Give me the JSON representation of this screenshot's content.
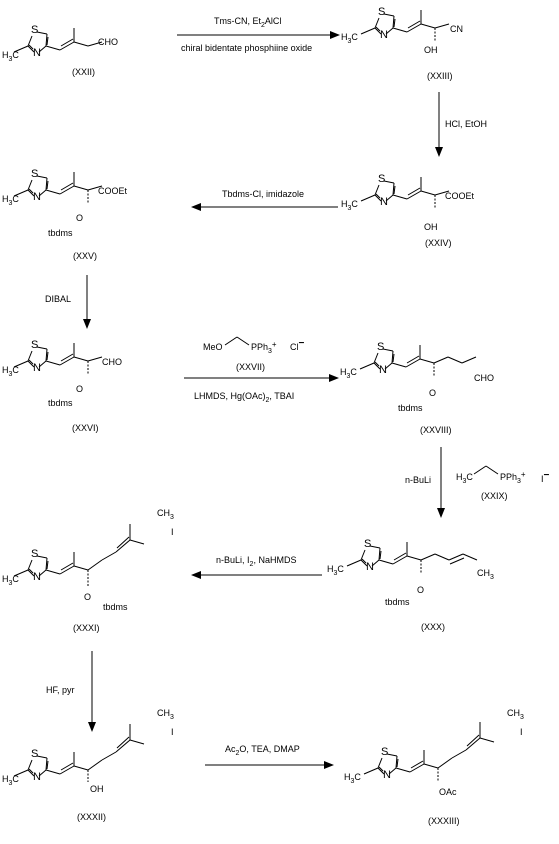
{
  "compounds": {
    "XXII": {
      "label": "(XXII)",
      "aldehyde": "CHO"
    },
    "XXIII": {
      "label": "(XXIII)",
      "nitrile": "CN",
      "hydroxyl": "OH"
    },
    "XXIV": {
      "label": "(XXIV)",
      "ester": "COOEt",
      "hydroxyl": "OH"
    },
    "XXV": {
      "label": "(XXV)",
      "ester": "COOEt",
      "silyl": "tbdms",
      "oxygen": "O"
    },
    "XXVI": {
      "label": "(XXVI)",
      "aldehyde": "CHO",
      "silyl": "tbdms",
      "oxygen": "O"
    },
    "XXVIII": {
      "label": "(XXVIII)",
      "aldehyde": "CHO",
      "silyl": "tbdms",
      "oxygen": "O"
    },
    "XXX": {
      "label": "(XXX)",
      "terminal_methyl": "CH",
      "terminal_methyl_sub": "3",
      "silyl": "tbdms",
      "oxygen": "O"
    },
    "XXXI": {
      "label": "(XXXI)",
      "vinyl_methyl": "CH",
      "vinyl_methyl_sub": "3",
      "iodine": "I",
      "silyl": "tbdms",
      "oxygen": "O"
    },
    "XXXII": {
      "label": "(XXXII)",
      "vinyl_methyl": "CH",
      "vinyl_methyl_sub": "3",
      "iodine": "I",
      "hydroxyl": "OH"
    },
    "XXXIII": {
      "label": "(XXXIII)",
      "vinyl_methyl": "CH",
      "vinyl_methyl_sub": "3",
      "iodine": "I",
      "acetate": "OAc"
    }
  },
  "thiazole": {
    "sulfur": "S",
    "nitrogen": "N",
    "methyl": "H",
    "methyl_c": "C",
    "methyl_sub": "3"
  },
  "reagents": {
    "step1_top_a": "Tms-CN, Et",
    "step1_top_sub": "2",
    "step1_top_b": "AlCl",
    "step1_bottom": "chiral bidentate phosphiine oxide",
    "step2": "HCl, EtOH",
    "step3": "Tbdms-Cl,  imidazole",
    "step4": "DIBAL",
    "step5_wittig_meo": "MeO",
    "step5_wittig_p": "PPh",
    "step5_wittig_p_sub": "3",
    "step5_wittig_plus": "+",
    "step5_counterion": "Cl",
    "step5_counterion_charge": "−",
    "step5_label": "(XXVII)",
    "step5_bottom_a": "LHMDS, Hg(OAc)",
    "step5_bottom_sub": "2",
    "step5_bottom_b": ", TBAI",
    "step6_base": "n-BuLi",
    "step6_wittig_h": "H",
    "step6_wittig_sub3": "3",
    "step6_wittig_c": "C",
    "step6_wittig_p": "PPh",
    "step6_wittig_p_sub": "3",
    "step6_wittig_plus": "+",
    "step6_counterion": "I",
    "step6_counterion_charge": "−",
    "step6_label": "(XXIX)",
    "step7": "n-BuLi, I",
    "step7_sub": "2",
    "step7_b": ", NaHMDS",
    "step8": "HF, pyr",
    "step9_a": "Ac",
    "step9_sub": "2",
    "step9_b": "O, TEA, DMAP"
  }
}
